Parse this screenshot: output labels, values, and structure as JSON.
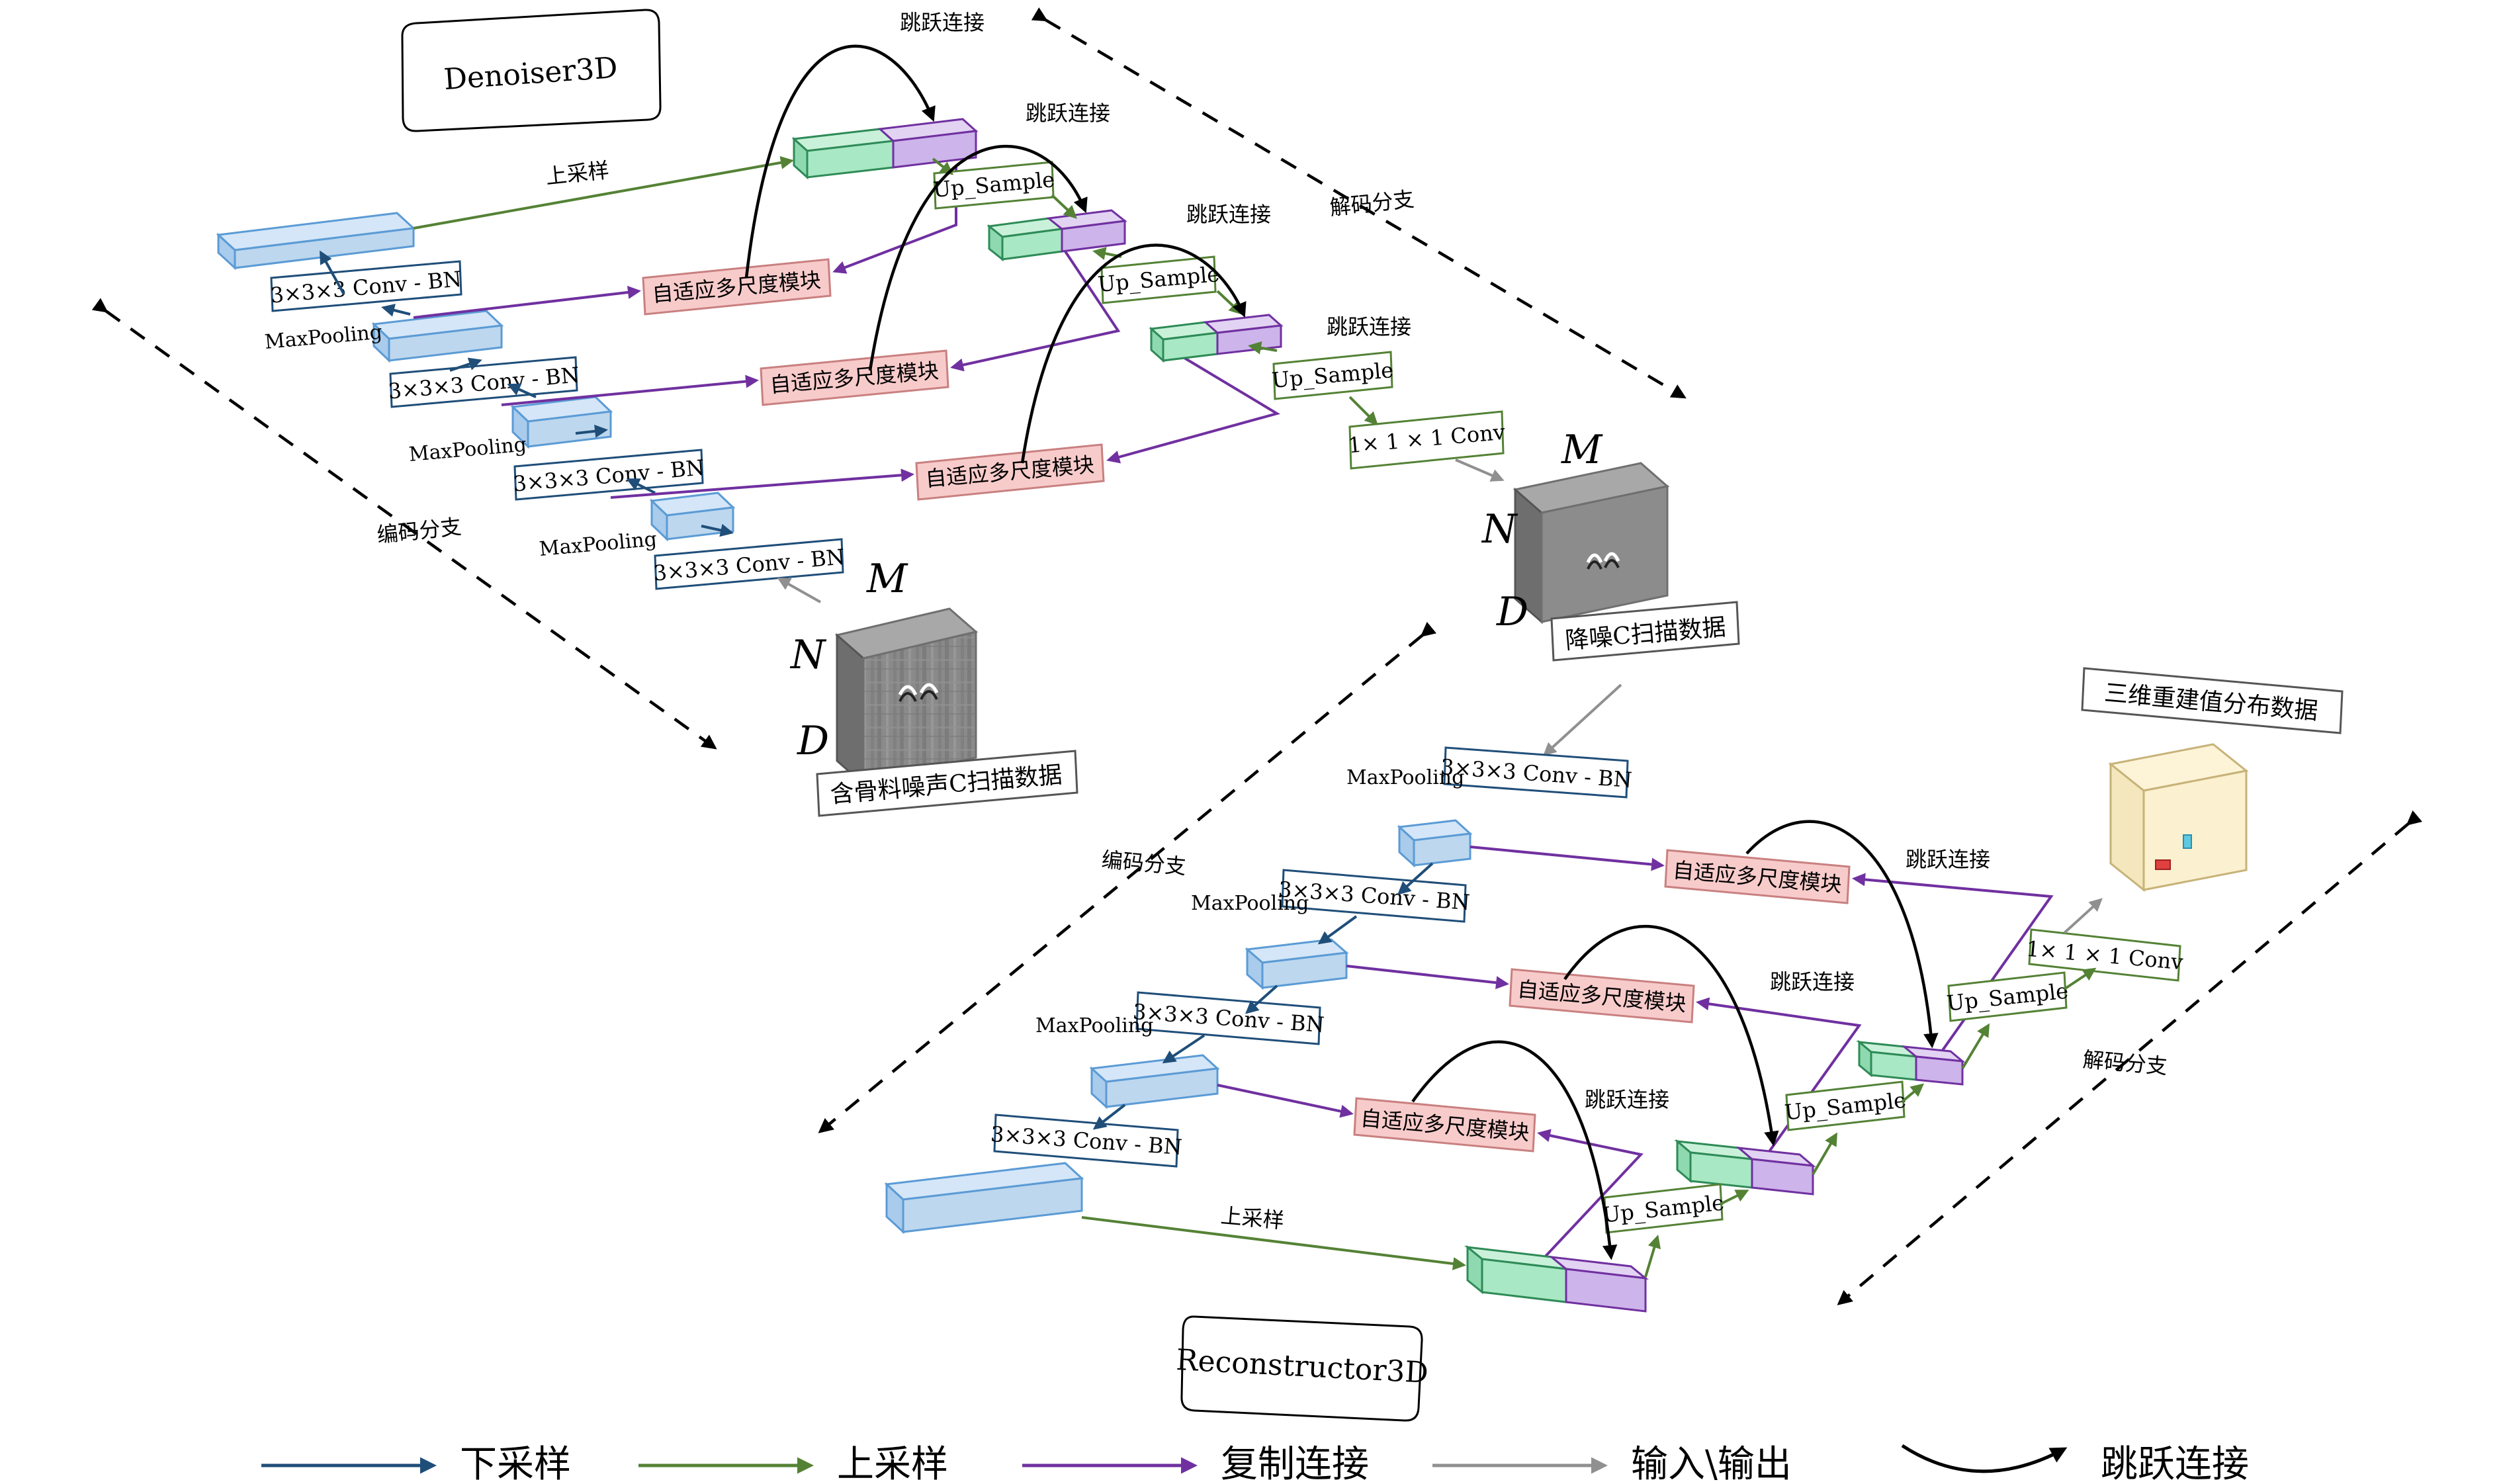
{
  "denoiser": {
    "title": "Denoiser3D",
    "skip_label": "跳跃连接",
    "upsample_label": "上采样",
    "msa_label": "自适应多尺度模块",
    "conv_label": "3×3×3 Conv - BN",
    "pool_label": "MaxPooling",
    "up_label": "Up_Sample",
    "out_conv_label": "1× 1 × 1 Conv",
    "encoder_branch": "编码分支",
    "decoder_branch": "解码分支",
    "input_caption": "含骨料噪声C扫描数据",
    "output_caption": "降噪C扫描数据"
  },
  "reconstructor": {
    "title": "Reconstructor3D",
    "skip_label": "跳跃连接",
    "upsample_label": "上采样",
    "msa_label": "自适应多尺度模块",
    "conv_label": "3×3×3 Conv - BN",
    "pool_label": "MaxPooling",
    "up_label": "Up_Sample",
    "out_conv_label": "1× 1 × 1 Conv",
    "encoder_branch": "编码分支",
    "decoder_branch": "解码分支",
    "output_caption": "三维重建值分布数据"
  },
  "cube_axes": {
    "m": "M",
    "n": "N",
    "d": "D"
  },
  "legend": [
    {
      "label": "下采样",
      "color": "#1f4e79",
      "curved": false
    },
    {
      "label": "上采样",
      "color": "#548235",
      "curved": false
    },
    {
      "label": "复制连接",
      "color": "#7030a0",
      "curved": false
    },
    {
      "label": "输入\\输出",
      "color": "#909090",
      "curved": false
    },
    {
      "label": "跳跃连接",
      "color": "#000000",
      "curved": true
    }
  ],
  "colors": {
    "encoder_fill": "#bdd7ee",
    "encoder_stroke": "#5b9bd5",
    "green_fill": "#a9e8c4",
    "green_stroke": "#2e8b57",
    "purple_fill": "#cdb4ea",
    "purple_stroke": "#7030a0",
    "msa_fill": "#f8cbcb",
    "msa_stroke": "#c98080"
  }
}
